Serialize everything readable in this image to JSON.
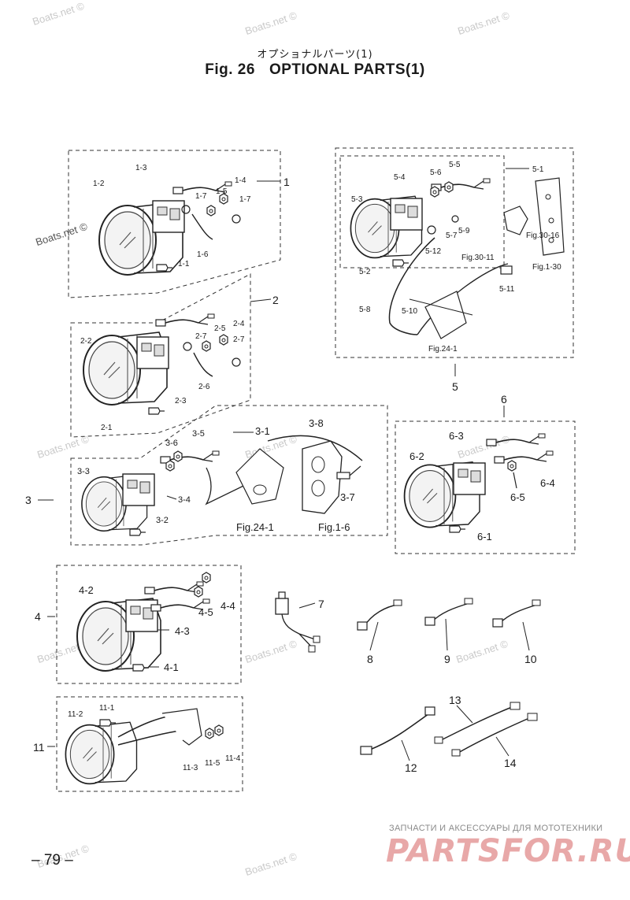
{
  "header": {
    "japanese_title": "オプショナルパーツ(1)",
    "figure_number": "Fig. 26",
    "figure_title": "OPTIONAL PARTS(1)"
  },
  "watermark": "Boats.net ©",
  "page_number": "– 79 –",
  "promo": {
    "subtitle": "ЗАПЧАСТИ И АКСЕССУАРЫ ДЛЯ МОТОТЕХНИКИ",
    "logo": "PARTSFOR.RU"
  },
  "callouts": {
    "main": [
      "1",
      "2",
      "3",
      "4",
      "5",
      "6",
      "7",
      "8",
      "9",
      "10",
      "11",
      "12",
      "13",
      "14"
    ],
    "g1": [
      "1-1",
      "1-2",
      "1-3",
      "1-4",
      "1-5",
      "1-6",
      "1-7",
      "1-7"
    ],
    "g2": [
      "2-1",
      "2-2",
      "2-3",
      "2-4",
      "2-5",
      "2-6",
      "2-7",
      "2-7"
    ],
    "g3": [
      "3-1",
      "3-2",
      "3-3",
      "3-4",
      "3-5",
      "3-6",
      "3-7",
      "3-8"
    ],
    "g4": [
      "4-1",
      "4-2",
      "4-3",
      "4-4",
      "4-5"
    ],
    "g5": [
      "5-1",
      "5-2",
      "5-3",
      "5-4",
      "5-5",
      "5-6",
      "5-7",
      "5-8",
      "5-9",
      "5-10",
      "5-11",
      "5-12"
    ],
    "g6": [
      "6-1",
      "6-2",
      "6-3",
      "6-4",
      "6-5"
    ],
    "g11": [
      "11-1",
      "11-2",
      "11-3",
      "11-4",
      "11-5"
    ],
    "refs": [
      "Fig.30-16",
      "Fig.30-11",
      "Fig.1-30",
      "Fig.24-1",
      "Fig.24-1",
      "Fig.1-6"
    ]
  }
}
